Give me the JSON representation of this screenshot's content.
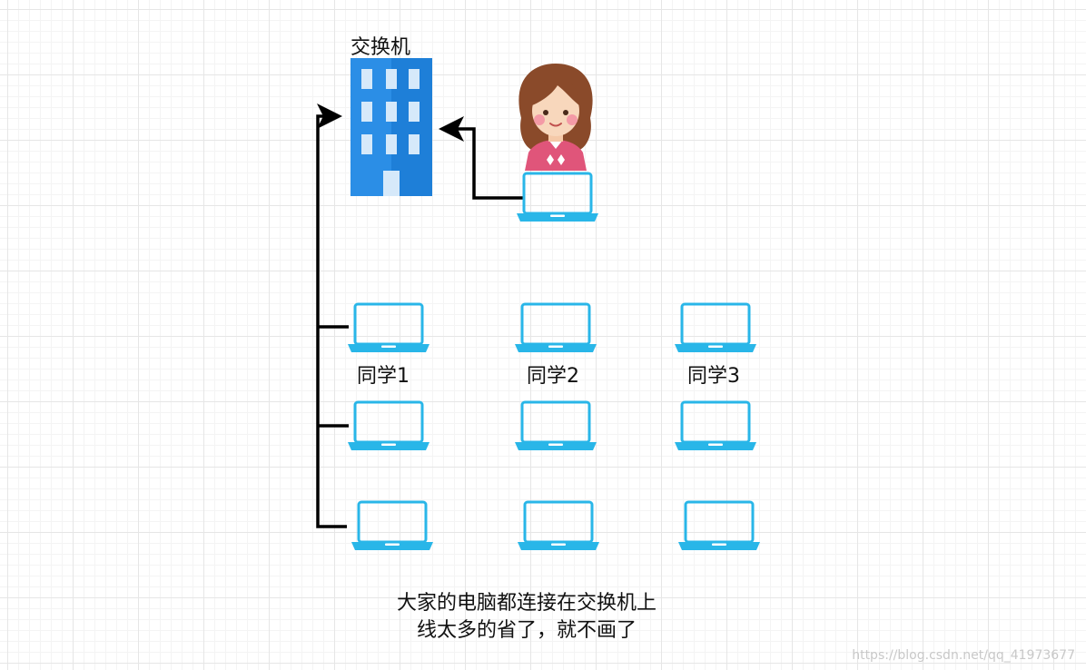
{
  "switch_label": "交换机",
  "students": [
    {
      "label": "同学1"
    },
    {
      "label": "同学2"
    },
    {
      "label": "同学3"
    }
  ],
  "caption": {
    "line1": "大家的电脑都连接在交换机上",
    "line2": "线太多的省了，就不画了"
  },
  "watermark": "https://blog.csdn.net/qq_41973677",
  "colors": {
    "laptop": "#29B6E8",
    "building": "#1E7FD8",
    "connector": "#000000"
  },
  "icons": {
    "switch": "building-icon",
    "teacher": "teacher-avatar-icon",
    "computer": "laptop-icon"
  }
}
